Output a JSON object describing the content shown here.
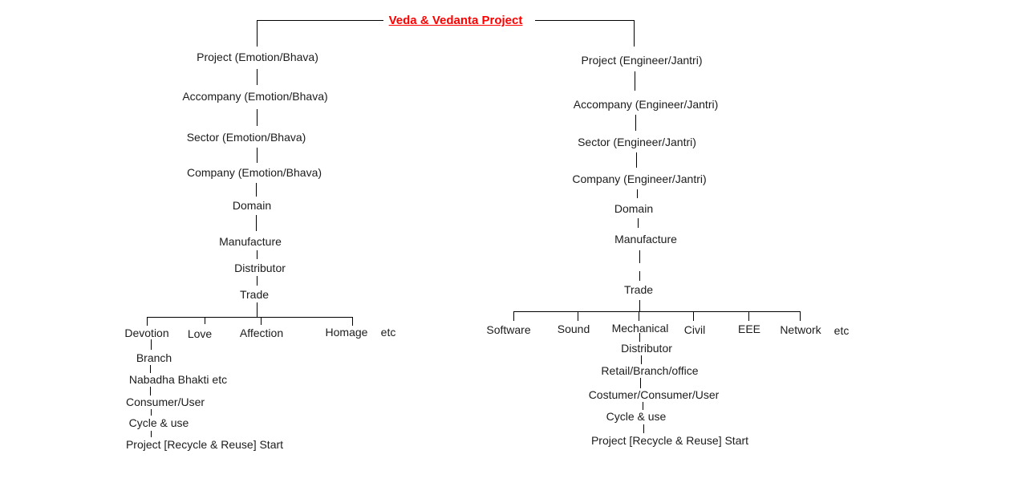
{
  "title": "Veda & Vedanta Project",
  "colors": {
    "title": "#ff0000",
    "text": "#1c1c1c",
    "line": "#000000",
    "background": "#ffffff"
  },
  "left_tree": {
    "chain": [
      "Project (Emotion/Bhava)",
      "Accompany (Emotion/Bhava)",
      "Sector (Emotion/Bhava)",
      "Company (Emotion/Bhava)",
      "Domain",
      "Manufacture",
      "Distributor",
      "Trade"
    ],
    "branches": [
      "Devotion",
      "Love",
      "Affection",
      "Homage",
      "etc"
    ],
    "devotion_chain": [
      "Branch",
      "Nabadha Bhakti etc",
      "Consumer/User",
      "Cycle & use",
      "Project [Recycle & Reuse] Start"
    ]
  },
  "right_tree": {
    "chain": [
      "Project (Engineer/Jantri)",
      "Accompany (Engineer/Jantri)",
      "Sector (Engineer/Jantri)",
      "Company (Engineer/Jantri)",
      "Domain",
      "Manufacture",
      "Trade"
    ],
    "branches": [
      "Software",
      "Sound",
      "Mechanical",
      "Civil",
      "EEE",
      "Network",
      "etc"
    ],
    "mechanical_chain": [
      "Distributor",
      "Retail/Branch/office",
      "Costumer/Consumer/User",
      "Cycle & use",
      "Project [Recycle & Reuse] Start"
    ]
  }
}
